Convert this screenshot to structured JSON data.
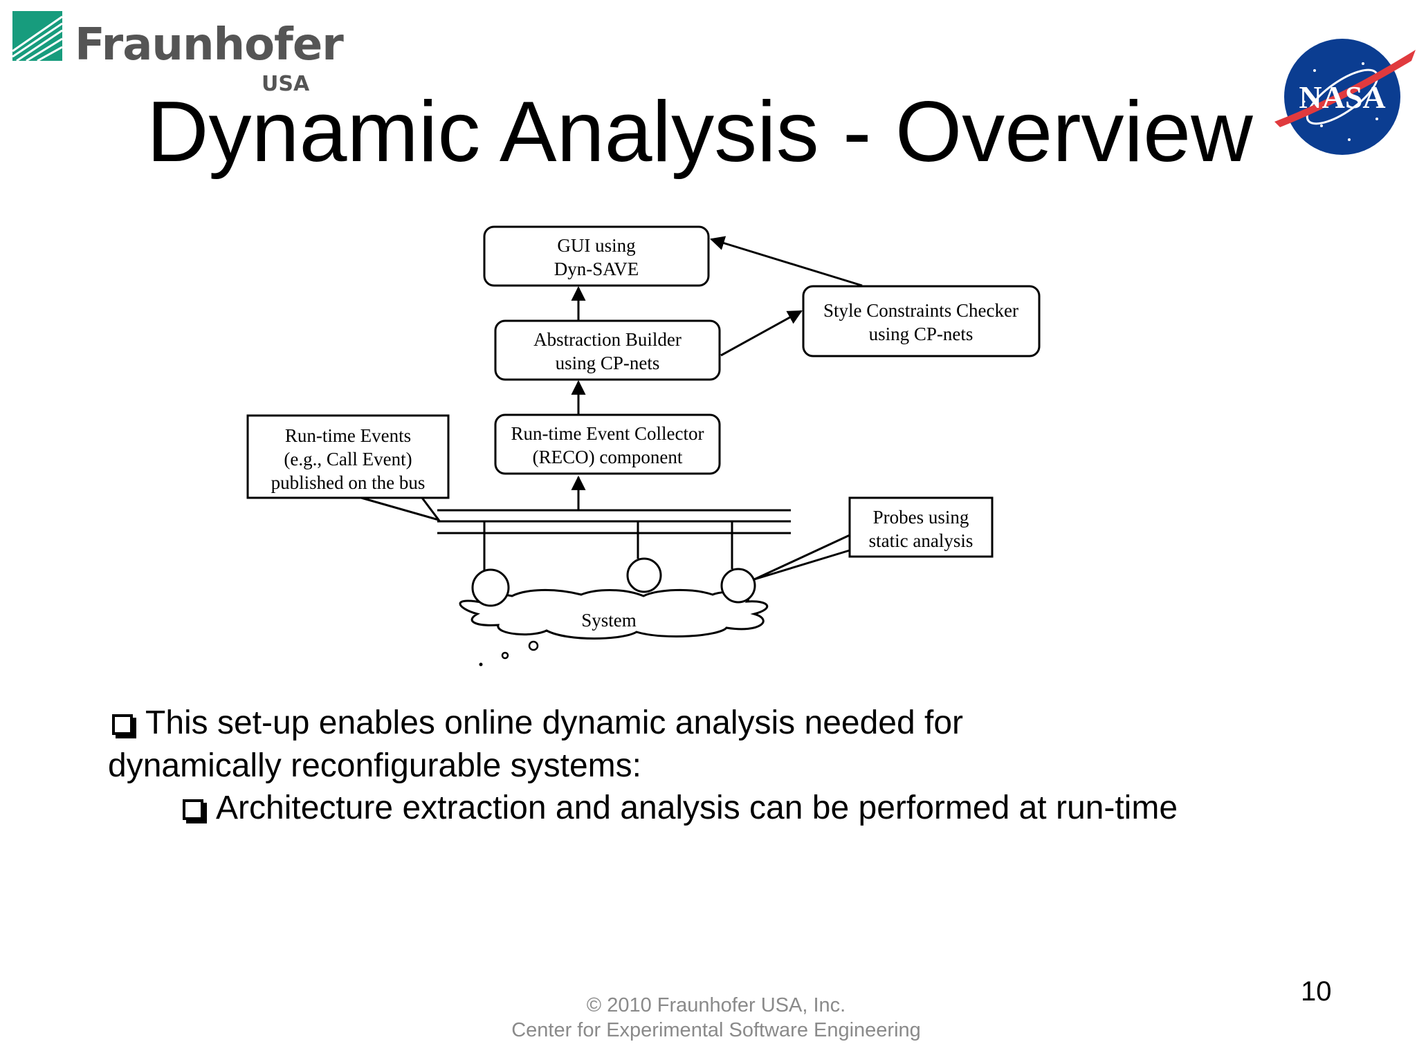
{
  "logo": {
    "name": "Fraunhofer",
    "sub": "USA"
  },
  "nasa_logo": {
    "text": "NASA"
  },
  "title": "Dynamic Analysis - Overview",
  "diagram": {
    "gui": [
      "GUI using",
      "Dyn-SAVE"
    ],
    "abstraction": [
      "Abstraction Builder",
      "using CP-nets"
    ],
    "style_checker": [
      "Style Constraints Checker",
      "using CP-nets"
    ],
    "reco": [
      "Run-time Event Collector",
      "(RECO) component"
    ],
    "runtime_events": [
      "Run-time Events",
      "(e.g., Call Event)",
      "published on the bus"
    ],
    "probes": [
      "Probes using",
      "static analysis"
    ],
    "system": "System"
  },
  "bullets": {
    "main_line1": "This set-up enables online dynamic analysis needed for",
    "main_line2": "dynamically reconfigurable systems:",
    "sub": "Architecture extraction and analysis can be performed at run-time"
  },
  "page_number": "10",
  "footer": {
    "line1": "© 2010 Fraunhofer USA, Inc.",
    "line2": "Center for Experimental Software Engineering"
  }
}
